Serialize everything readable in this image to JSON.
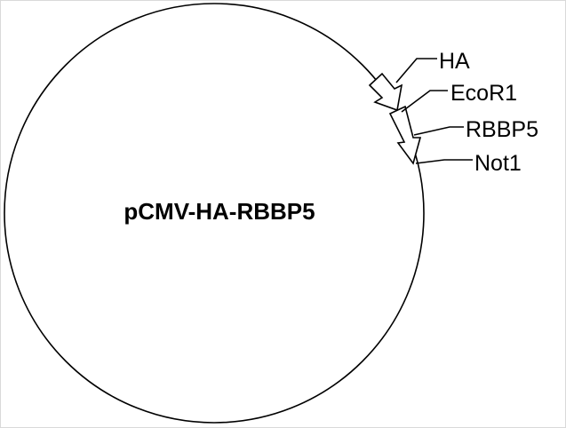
{
  "plasmid": {
    "name": "pCMV-HA-RBBP5"
  },
  "features": [
    {
      "label": "HA"
    },
    {
      "label": "EcoR1"
    },
    {
      "label": "RBBP5"
    },
    {
      "label": "Not1"
    }
  ],
  "colors": {
    "stroke": "#000000",
    "background": "#ffffff",
    "frame": "#d9d9d9"
  }
}
